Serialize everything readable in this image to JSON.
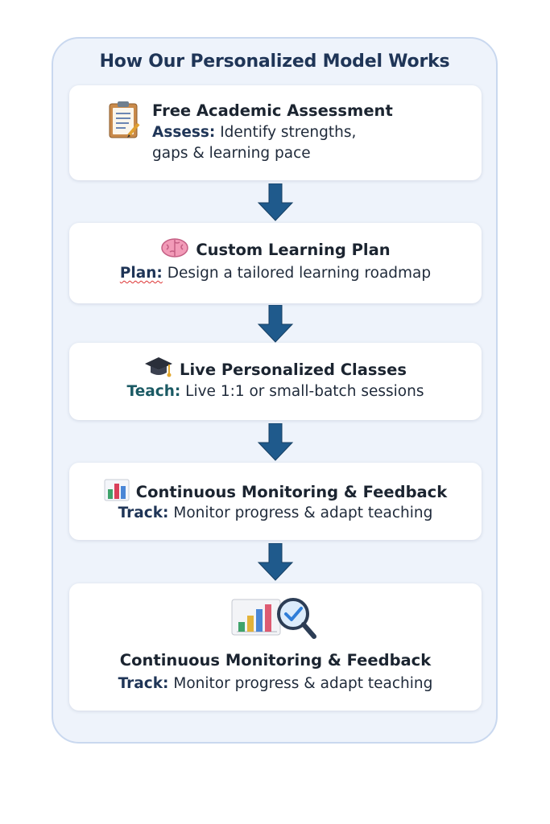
{
  "title": "How Our Personalized Model Works",
  "steps": [
    {
      "icon": "clipboard-icon",
      "heading": "Free Academic Assessment",
      "label": "Assess:",
      "text_line1": "Identify strengths,",
      "text_line2": "gaps & learning pace"
    },
    {
      "icon": "brain-icon",
      "heading": "Custom Learning Plan",
      "label": "Plan:",
      "text": "Design a tailored learning roadmap"
    },
    {
      "icon": "graduation-cap-icon",
      "heading": "Live Personalized Classes",
      "label": "Teach:",
      "text": "Live 1:1 or small-batch sessions"
    },
    {
      "icon": "bar-chart-icon",
      "heading": "Continuous Monitoring & Feedback",
      "label": "Track:",
      "text": "Monitor progress & adapt teaching"
    },
    {
      "icon": "chart-magnifier-icon",
      "heading": "Continuous Monitoring & Feedback",
      "label": "Track:",
      "text": "Monitor progress & adapt teaching"
    }
  ],
  "colors": {
    "panel_bg": "#eef3fb",
    "title": "#1f3557",
    "arrow": "#1f5a8c"
  }
}
